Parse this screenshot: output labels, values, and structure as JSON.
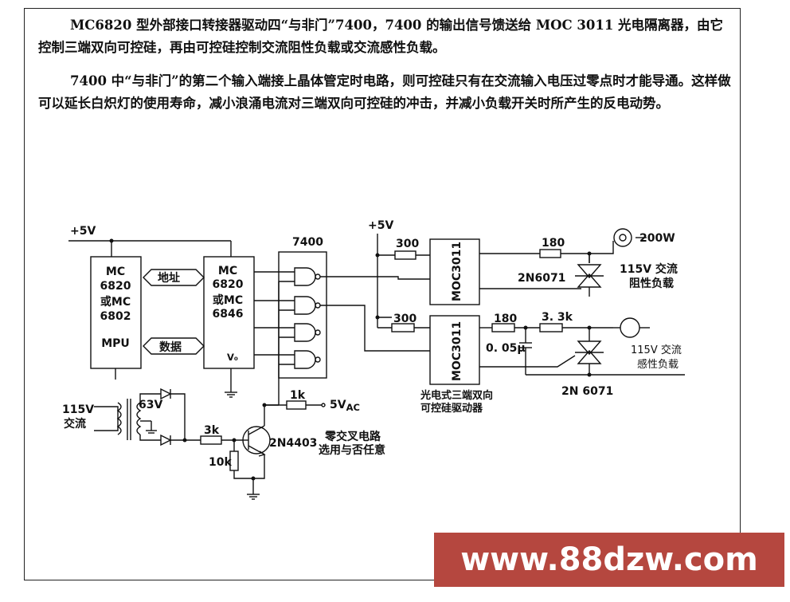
{
  "article": {
    "paragraph_1": "MC6820 型外部接口转接器驱动四“与非门”7400，7400 的输出信号馈送给 MOC 3011 光电隔离器，由它控制三端双向可控硅，再由可控硅控制交流阻性负载或交流感性负载。",
    "paragraph_2": "7400 中“与非门”的第二个输入端接上晶体管定时电路，则可控硅只有在交流输入电压过零点时才能导通。这样做可以延长白炽灯的使用寿命，减小浪涌电流对三端双向可控硅的冲击，并减小负载开关时所产生的反电动势。"
  },
  "circuit": {
    "supply_left": "+5V",
    "supply_right": "+5V",
    "mpu": {
      "line1": "MC",
      "line2": "6820",
      "line3": "或MC",
      "line4": "6802",
      "line5": "MPU"
    },
    "pia": {
      "line1": "MC",
      "line2": "6820",
      "line3": "或MC",
      "line4": "6846",
      "line5": "V₀"
    },
    "bus_address": "地址",
    "bus_data": "数据",
    "gate_ic": "7400",
    "resistor_300_a": "300",
    "resistor_300_b": "300",
    "moc_a": "MOC3011",
    "moc_b": "MOC3011",
    "resistor_180_a": "180",
    "resistor_180_b": "180",
    "resistor_3k3": "3. 3k",
    "capacitor": "0. 05μ",
    "triac_a": "2N6071",
    "triac_b": "2N 6071",
    "lamp_rating": "200W",
    "load_resistive_1": "115V 交流",
    "load_resistive_2": "阻性负载",
    "load_inductive_1": "115V 交流",
    "load_inductive_2": "感性负载",
    "driver_caption_1": "光电式三端双向",
    "driver_caption_2": "可控硅驱动器",
    "ac_in_1": "115V",
    "ac_in_2": "交流",
    "transformer_secondary": "63V",
    "resistor_3k": "3k",
    "resistor_10k": "10k",
    "resistor_1k": "1k",
    "vac": "5V",
    "vac_sub": "AC",
    "transistor": "2N4403",
    "zero_cross_1": "零交叉电路",
    "zero_cross_2": "选用与否任意"
  },
  "watermark": "www.88dzw.com"
}
